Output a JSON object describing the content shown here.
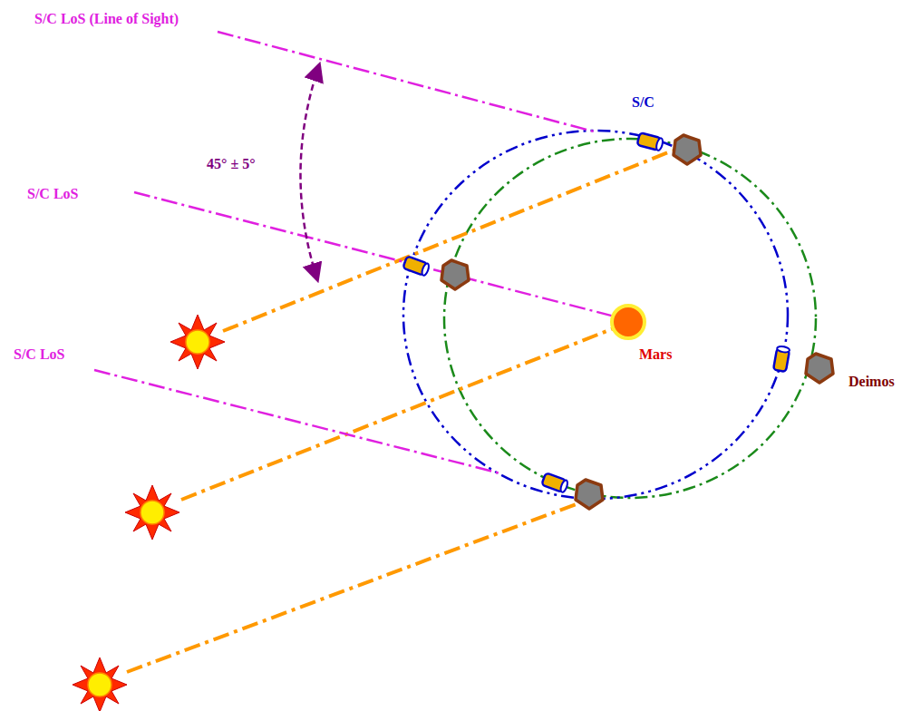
{
  "diagram": {
    "labels": [
      "S/C LoS (Line of Sight)",
      "S/C",
      "45° ± 5°",
      "S/C LoS",
      "Mars",
      "S/C LoS",
      "Deimos"
    ]
  }
}
